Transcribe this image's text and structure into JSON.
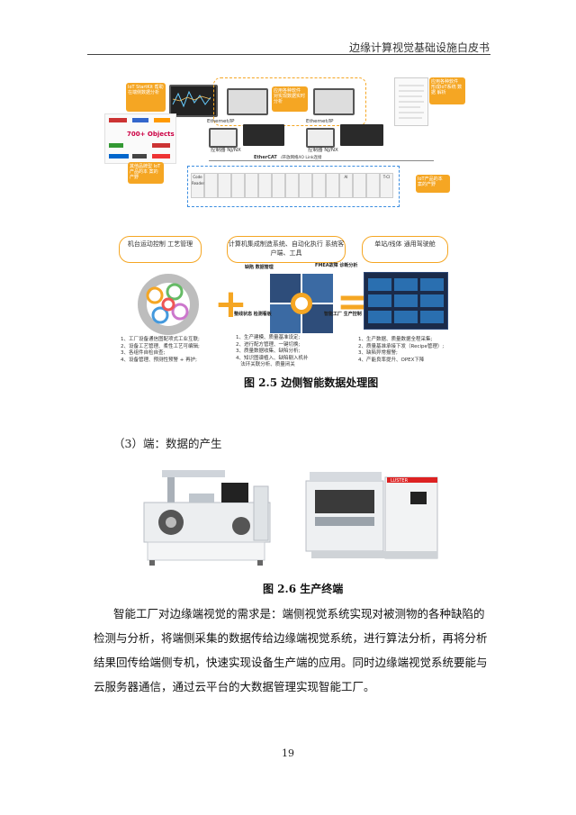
{
  "header": {
    "title": "边缘计算视觉基础设施白皮书"
  },
  "figure_2_5": {
    "caption": "图 2.5   边侧智能数据处理图",
    "callouts": {
      "iot_startkit": "IoT StartKit 帮助在端侧数据分析",
      "iot_data": "应用各种软件 对实现数据实时分析",
      "iot_report": "应用各种软件 形成IoT系统 数据 解析",
      "iot_products_left": "其他品牌型 IoT产品的本 案的产野",
      "iot_products_right": "IoT产品的本 案的产野"
    },
    "network": {
      "ethernet_left": "Ethernet/IP",
      "ethernet_right": "Ethernet/IP",
      "ctrl_left": "控制器 NJ/NX",
      "ctrl_right": "控制器 NJ/NX",
      "ethercat": "EtherCAT",
      "ethercat_sub": "/开放网络/IO Link连接"
    },
    "tiles": [
      "Code Reader",
      "",
      "",
      "",
      "",
      "",
      "",
      "",
      "",
      "",
      "",
      "AI",
      "",
      "",
      "T-CI"
    ],
    "objects_badge": "700+ Objects",
    "pills": {
      "left": "机台运动控制 工艺管理",
      "middle": "计算机集成制造系统、自动化执行 系统客户端、工具",
      "right": "单站/线体 通用驾驶舱"
    },
    "puzzle": {
      "p1": "缺陷 数据管理",
      "p2": "FMEA故障 诊断分析",
      "p3": "整线状态 检测看板",
      "p4": "智能工厂 生产控制"
    },
    "lists": {
      "left": "1、工厂设备通信图配项式工业互联;\n2、设备工艺管理、柔性工艺可编辑;\n3、各组件自检自查;\n4、设备管理、预测性预警 + 再护;",
      "middle": "1、生产建模、质量基准设定;\n2、进行配方管理、一键切换;\n3、质量数据收集、缺陷分析;\n4、知识图谱植入、缺陷剔入机补\n   法环关联分析、质量闭关",
      "right": "1、生产数据、质量数据全程采集;\n2、质量基准承接下发（Recipe管理）;\n3、缺陷异常报警;\n4、产能良率提升、OPEX下降"
    }
  },
  "section_heading": "（3）端：数据的产生",
  "figure_2_6": {
    "caption": "图 2.6  生产终端",
    "machine_brand": "LUSTER"
  },
  "paragraph": [
    "智能工厂对边缘端视觉的需求是：端侧视觉系统实现对被测物的各种缺陷的",
    "检测与分析，将端侧采集的数据传给边缘端视觉系统，进行算法分析，再将分析",
    "结果回传给端侧专机，快速实现设备生产端的应用。同时边缘端视觉系统要能与",
    "云服务器通信，通过云平台的大数据管理实现智能工厂。"
  ],
  "page_number": "19"
}
